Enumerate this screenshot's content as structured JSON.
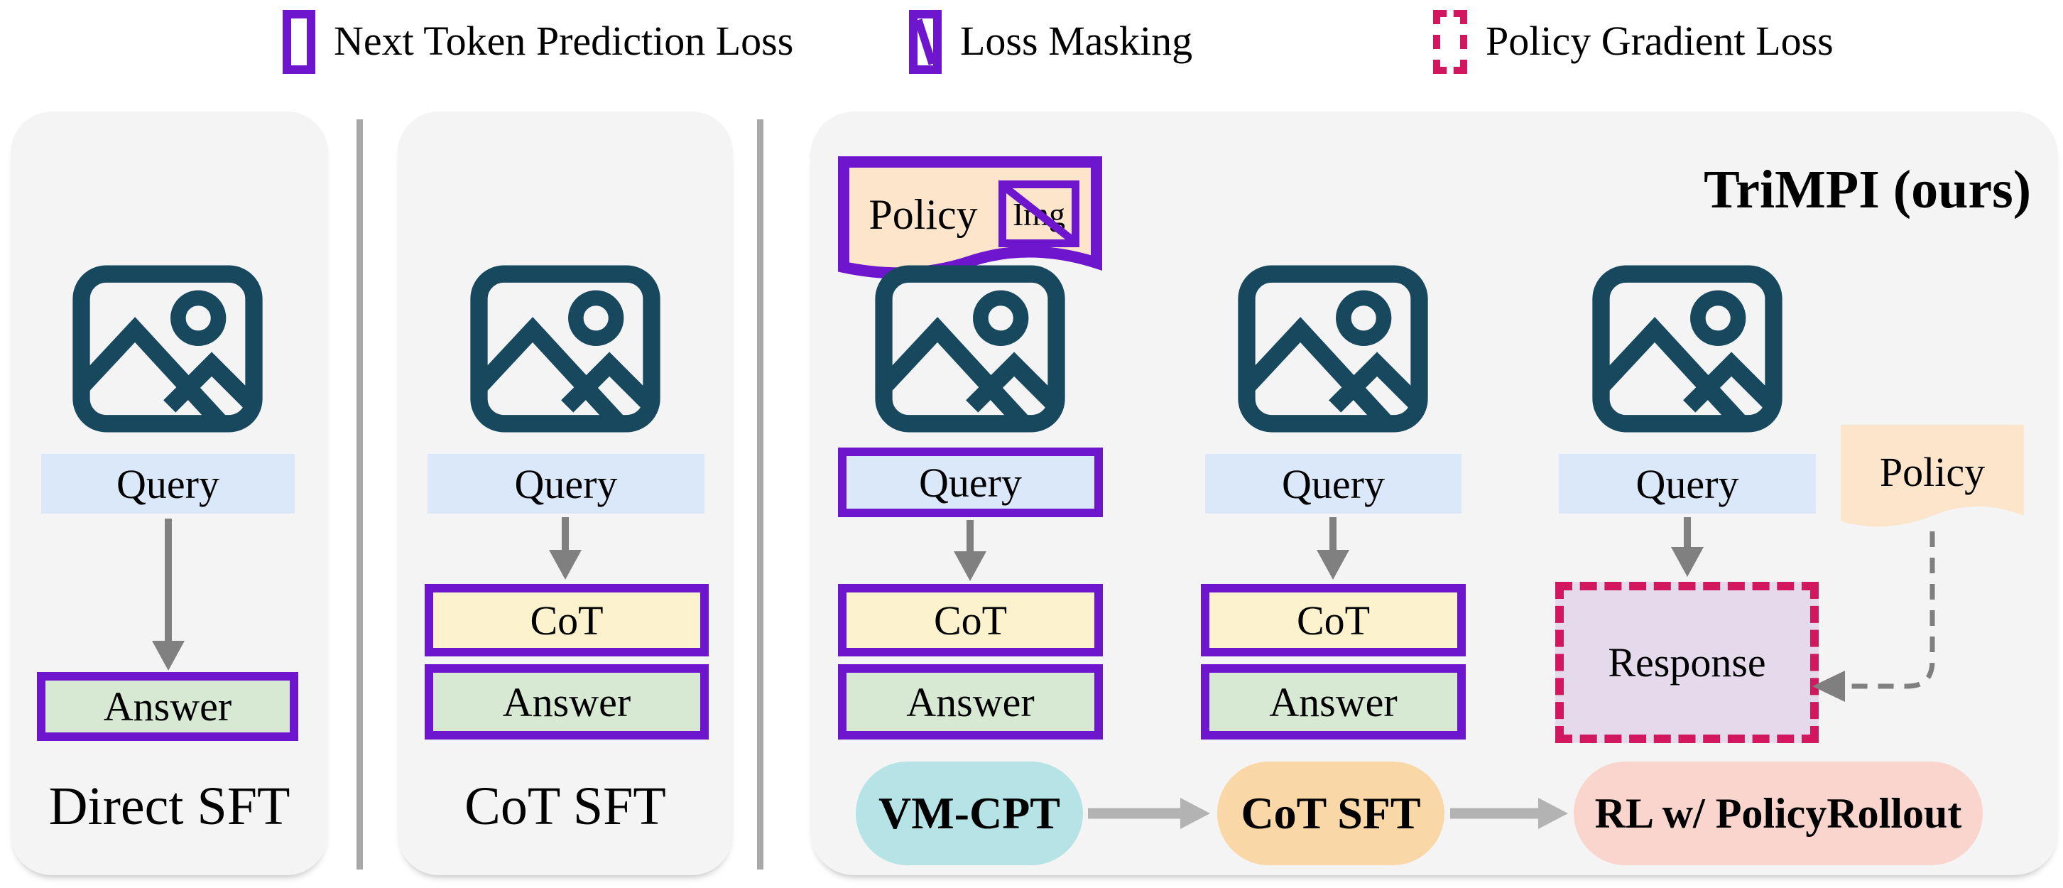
{
  "figure": {
    "legend": {
      "next_token": "Next Token Prediction Loss",
      "loss_masking": "Loss Masking",
      "policy_gradient": "Policy Gradient Loss"
    },
    "direct_sft": {
      "query": "Query",
      "answer": "Answer",
      "title": "Direct SFT"
    },
    "cot_sft": {
      "query": "Query",
      "cot": "CoT",
      "answer": "Answer",
      "title": "CoT SFT"
    },
    "trimpi": {
      "title": "TriMPI (ours)",
      "policy_tape": {
        "policy": "Policy",
        "img": "Img"
      },
      "stage1": {
        "query": "Query",
        "cot": "CoT",
        "answer": "Answer",
        "pill": "VM-CPT"
      },
      "stage2": {
        "query": "Query",
        "cot": "CoT",
        "answer": "Answer",
        "pill": "CoT SFT"
      },
      "stage3": {
        "query": "Query",
        "response": "Response",
        "policy": "Policy",
        "pill": "RL w/ PolicyRollout"
      }
    },
    "colors": {
      "purple_border": "#6E16CE",
      "pink_dashed": "#D2175F",
      "image_icon_stroke": "#17485E",
      "panel_background": "#F4F4F4",
      "query_fill": "#DAE8FA",
      "cot_fill": "#FDF2CE",
      "answer_fill": "#D8E9D3",
      "response_fill": "#E4DAEC",
      "policy_fill": "#FDE5CC",
      "vmcpt_fill": "#B5E3E6",
      "cotsft_fill": "#FAD7A6",
      "rl_fill": "#FAD5CE",
      "arrow_gray": "#808080"
    }
  }
}
